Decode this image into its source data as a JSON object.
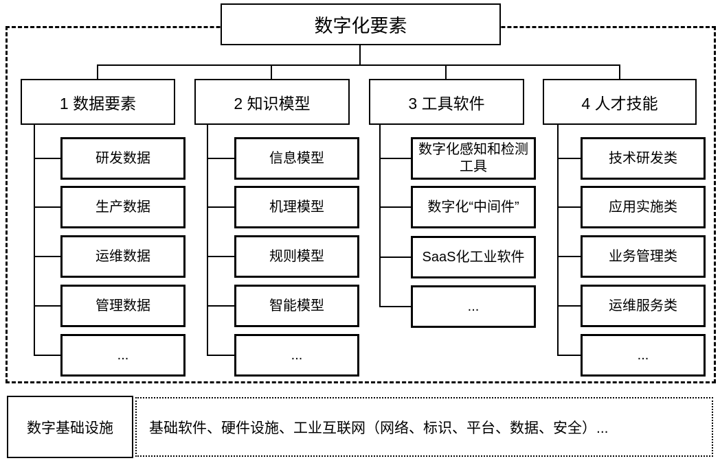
{
  "title": "数字化要素",
  "branches": [
    {
      "label": "1 数据要素",
      "children": [
        "研发数据",
        "生产数据",
        "运维数据",
        "管理数据",
        "..."
      ]
    },
    {
      "label": "2 知识模型",
      "children": [
        "信息模型",
        "机理模型",
        "规则模型",
        "智能模型",
        "..."
      ]
    },
    {
      "label": "3 工具软件",
      "children": [
        "数字化感知和检测工具",
        "数字化“中间件”",
        "SaaS化工业软件",
        "..."
      ]
    },
    {
      "label": "4 人才技能",
      "children": [
        "技术研发类",
        "应用实施类",
        "业务管理类",
        "运维服务类",
        "..."
      ]
    }
  ],
  "infrastructure": {
    "label": "数字基础设施",
    "content": "基础软件、硬件设施、工业互联网（网络、标识、平台、数据、安全）..."
  },
  "colors": {
    "line": "#000000",
    "background": "#ffffff"
  }
}
